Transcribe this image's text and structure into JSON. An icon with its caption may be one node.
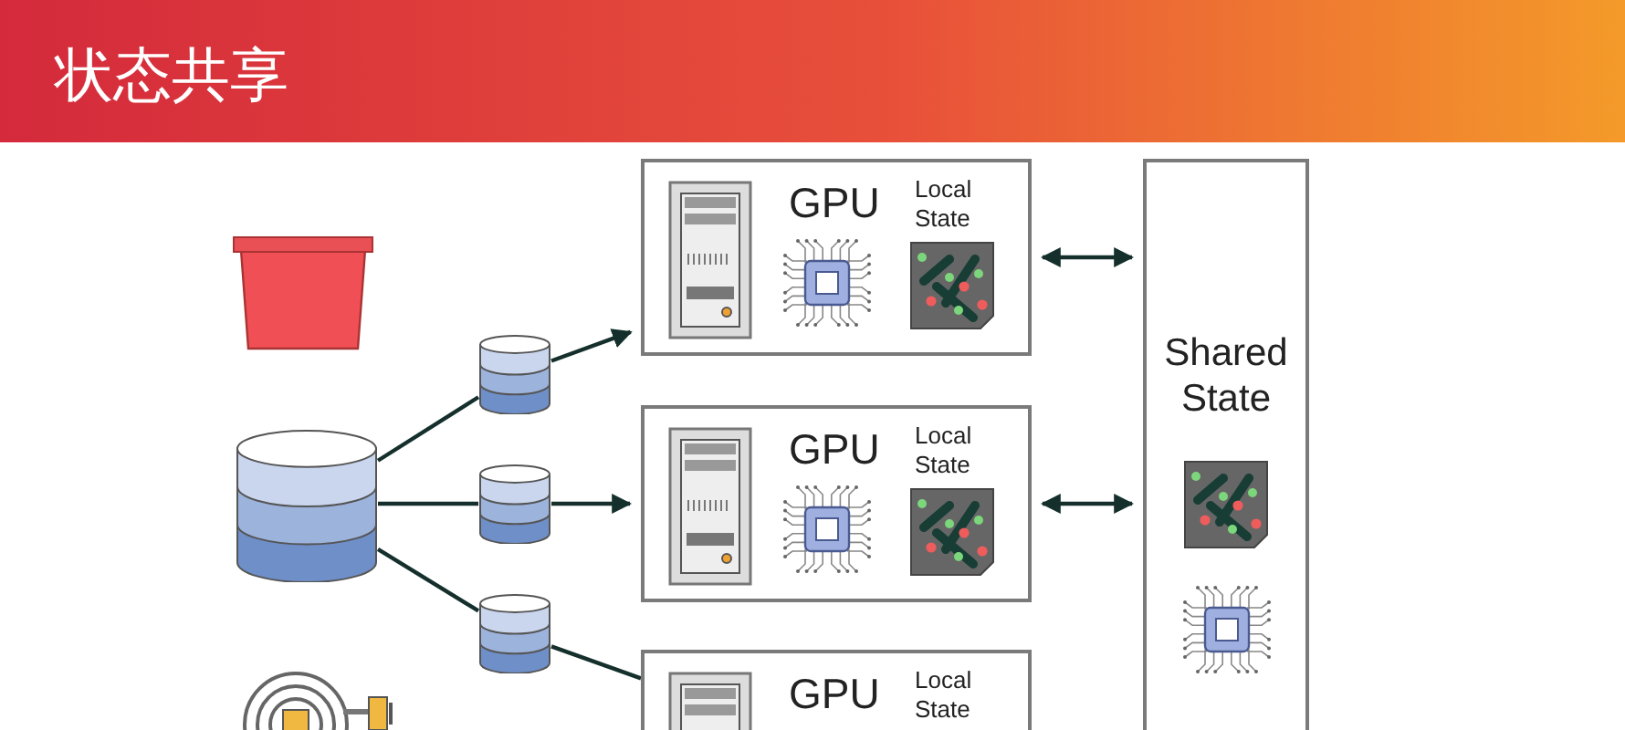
{
  "diagram": {
    "title": "状态共享",
    "nodes": [
      {
        "text": [],
        "shape": "bucket"
      },
      {
        "text": [],
        "shape": "cylinder"
      },
      {
        "text": [],
        "shape": "picture"
      },
      {
        "text": [],
        "shape": "cylinder"
      },
      {
        "text": [],
        "shape": "cylinder"
      },
      {
        "text": [],
        "shape": "cylinder"
      },
      {
        "text": [
          "GPU",
          "Local State"
        ]
      },
      {
        "text": [
          "GPU",
          "Local State"
        ]
      },
      {
        "text": [
          "GPU",
          "Local State"
        ]
      },
      {
        "text": [
          "Shared State"
        ]
      }
    ],
    "edges": [
      {
        "from": 1,
        "to": 3,
        "arrow": "none"
      },
      {
        "from": 3,
        "to": 6,
        "arrow": "to"
      },
      {
        "from": 1,
        "to": 4,
        "arrow": "none"
      },
      {
        "from": 4,
        "to": 7,
        "arrow": "to"
      },
      {
        "from": 1,
        "to": 5,
        "arrow": "none"
      },
      {
        "from": 5,
        "to": 8,
        "arrow": "none"
      },
      {
        "from": 6,
        "to": 9,
        "arrow": "both"
      },
      {
        "from": 7,
        "to": 9,
        "arrow": "both"
      }
    ]
  }
}
